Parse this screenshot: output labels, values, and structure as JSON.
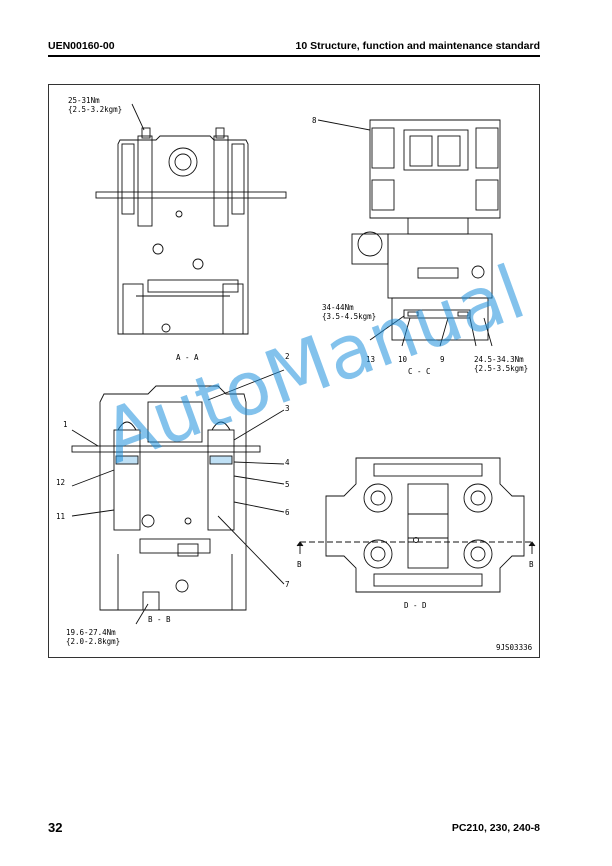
{
  "header": {
    "doc_code": "UEN00160-00",
    "section_title": "10 Structure, function and maintenance standard"
  },
  "footer": {
    "page_number": "32",
    "models": "PC210, 230, 240-8"
  },
  "figure": {
    "id": "9JS03336",
    "views": {
      "aa": "A - A",
      "bb": "B - B",
      "cc": "C - C",
      "dd": "D - D"
    },
    "section_marks": {
      "b_left": "B",
      "b_right": "B"
    },
    "torques": {
      "aa_top": "25-31Nm\n{2.5-3.2kgm}",
      "cc_mid": "34-44Nm\n{3.5-4.5kgm}",
      "cc_right": "24.5-34.3Nm\n{2.5-3.5kgm}",
      "bb_bottom": "19.6-27.4Nm\n{2.0-2.8kgm}"
    },
    "callouts": {
      "c1": "1",
      "c2": "2",
      "c3": "3",
      "c4": "4",
      "c5": "5",
      "c6": "6",
      "c7": "7",
      "c8": "8",
      "c9": "9",
      "c10": "10",
      "c11": "11",
      "c12": "12",
      "c13": "13"
    }
  },
  "watermark": "AutoManual"
}
